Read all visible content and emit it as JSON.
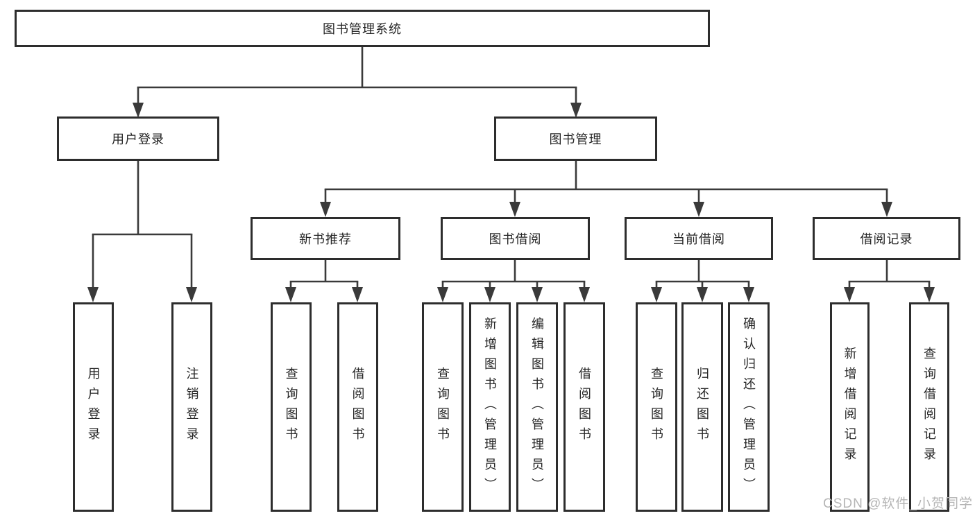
{
  "diagram": {
    "title": "图书管理系统",
    "watermark": "CSDN @软件_小贺同学",
    "colors": {
      "line": "#3a3a3a",
      "box_border": "#2d2d2d",
      "box_fill": "#ffffff",
      "text": "#262626",
      "watermark": "#b5b5b5",
      "background": "#ffffff"
    },
    "nodes": {
      "root": {
        "label": "图书管理系统"
      },
      "l2": [
        {
          "label": "用户登录"
        },
        {
          "label": "图书管理"
        }
      ],
      "l3": [
        {
          "label": "新书推荐"
        },
        {
          "label": "图书借阅"
        },
        {
          "label": "当前借阅"
        },
        {
          "label": "借阅记录"
        }
      ],
      "leaves": {
        "user_login": [
          {
            "label": "用户登录"
          },
          {
            "label": "注销登录"
          }
        ],
        "new_books": [
          {
            "label": "查询图书"
          },
          {
            "label": "借阅图书"
          }
        ],
        "book_borrow": [
          {
            "label": "查询图书"
          },
          {
            "label": "新增图书（管理员）"
          },
          {
            "label": "编辑图书（管理员）"
          },
          {
            "label": "借阅图书"
          }
        ],
        "current_borrow": [
          {
            "label": "查询图书"
          },
          {
            "label": "归还图书"
          },
          {
            "label": "确认归还（管理员）"
          }
        ],
        "borrow_records": [
          {
            "label": "新增借阅记录"
          },
          {
            "label": "查询借阅记录"
          }
        ]
      }
    }
  }
}
